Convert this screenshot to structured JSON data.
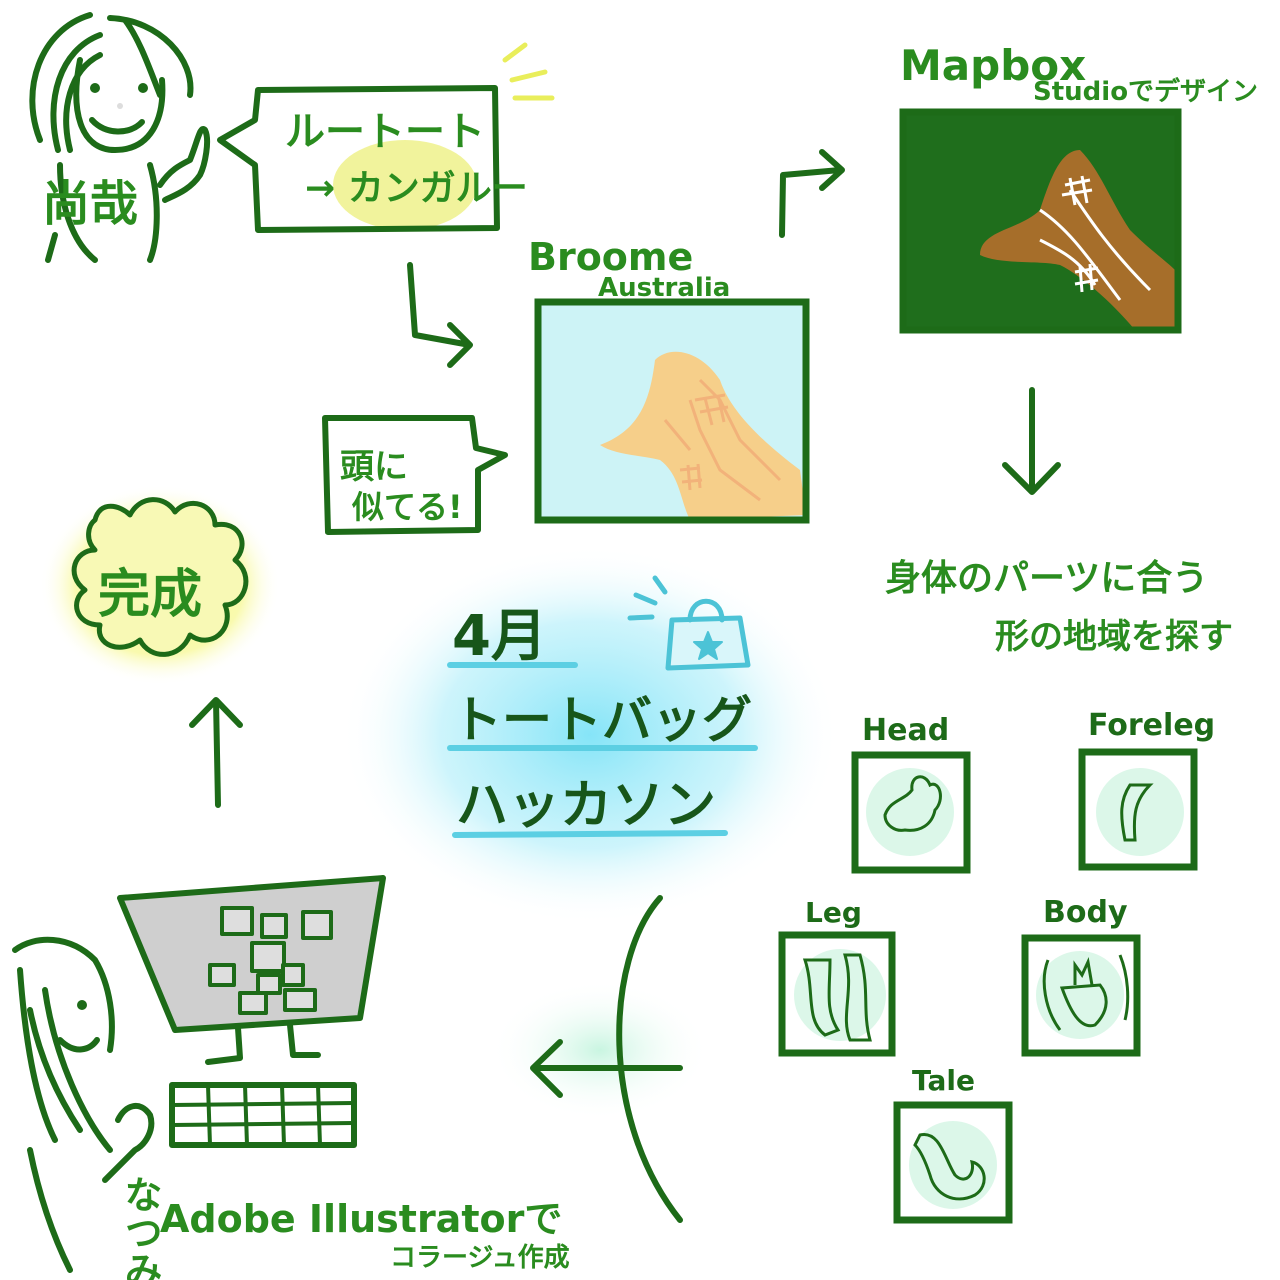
{
  "people": {
    "top_name": "尚哉",
    "bottom_name": "なつみ"
  },
  "bubble_idea": {
    "line1": "ルートート",
    "line2": "→ カンガルー"
  },
  "broome": {
    "line1": "Broome",
    "line2": "Australia"
  },
  "mapbox": {
    "line1": "Mapbox",
    "line2": "Studioでデザイン"
  },
  "bubble_head": {
    "line1": "頭に",
    "line2": "似てる!"
  },
  "complete": "完成",
  "title": {
    "line1": "4月",
    "line2": "トートバッグ",
    "line3": "ハッカソン"
  },
  "search_note": {
    "line1": "身体のパーツに合う",
    "line2": "形の地域を探す"
  },
  "parts": {
    "head": "Head",
    "foreleg": "Foreleg",
    "leg": "Leg",
    "body": "Body",
    "tale": "Tale"
  },
  "illustrator_note": {
    "line1": "Adobe Illustratorで",
    "line2": "コラージュ作成"
  },
  "colors": {
    "stroke": "#1d6b18",
    "text": "#2a8c1f",
    "map_green": "#1f6e1c",
    "map_brown": "#a66e2a",
    "light_blue": "#cdf3f6",
    "sand": "#f6cf8a",
    "yellow_glow": "#f4f56a",
    "mint": "#dcf7e9",
    "aqua_glow": "#8fe6f6"
  }
}
